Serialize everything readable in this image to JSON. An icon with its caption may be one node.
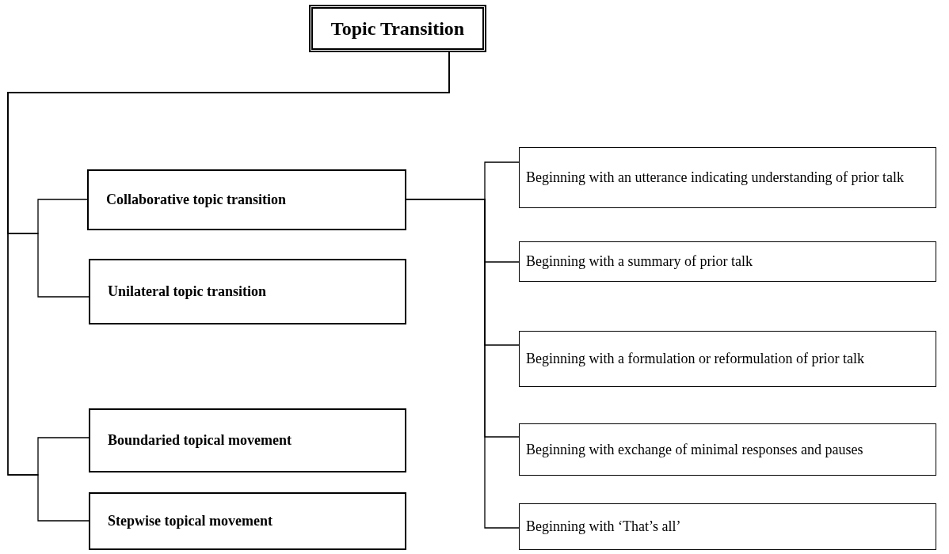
{
  "diagram": {
    "nodes": [
      {
        "text": [
          "Topic Transition"
        ]
      },
      {
        "text": [
          "Collaborative topic transition"
        ]
      },
      {
        "text": [
          "Unilateral topic transition"
        ]
      },
      {
        "text": [
          "Boundaried topical movement"
        ]
      },
      {
        "text": [
          "Stepwise topical movement"
        ]
      },
      {
        "text": [
          "Beginning with an utterance indicating understanding of prior talk"
        ]
      },
      {
        "text": [
          "Beginning with a summary of prior talk"
        ]
      },
      {
        "text": [
          "Beginning with a formulation or reformulation of prior talk"
        ]
      },
      {
        "text": [
          "Beginning with exchange of minimal responses and pauses"
        ]
      },
      {
        "text": [
          "Beginning with ‘That’s all’"
        ]
      }
    ],
    "edges": [
      {
        "from": 0,
        "to": 1,
        "arrow": "none"
      },
      {
        "from": 0,
        "to": 2,
        "arrow": "none"
      },
      {
        "from": 0,
        "to": 3,
        "arrow": "none"
      },
      {
        "from": 0,
        "to": 4,
        "arrow": "none"
      },
      {
        "from": 1,
        "to": 5,
        "arrow": "none"
      },
      {
        "from": 1,
        "to": 6,
        "arrow": "none"
      },
      {
        "from": 1,
        "to": 7,
        "arrow": "none"
      },
      {
        "from": 1,
        "to": 8,
        "arrow": "none"
      },
      {
        "from": 1,
        "to": 9,
        "arrow": "none"
      }
    ]
  }
}
